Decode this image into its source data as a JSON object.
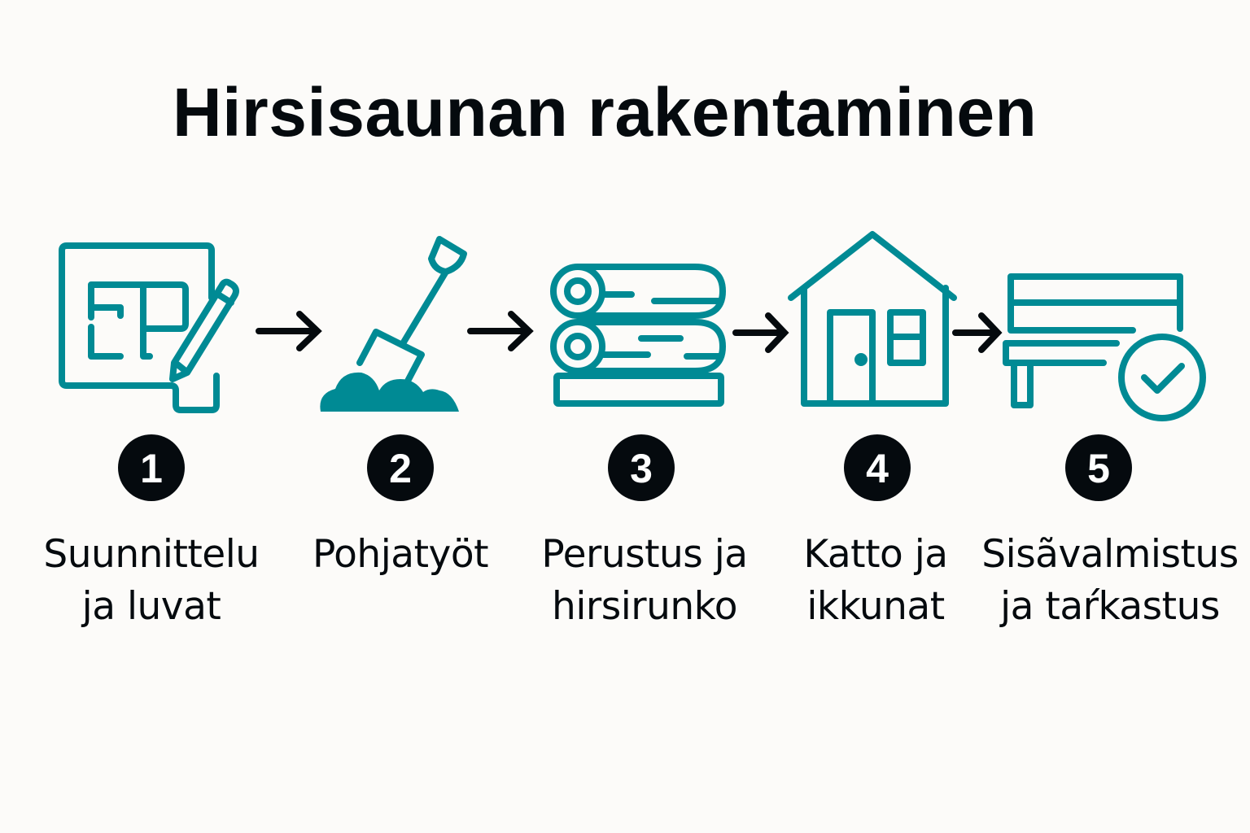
{
  "title": "Hirsisaunan rakentaminen",
  "colors": {
    "accent": "#008a94",
    "text": "#050a0e",
    "badge_bg": "#050a0e",
    "badge_text": "#ffffff",
    "background": "#fcfbf9"
  },
  "steps": [
    {
      "number": "1",
      "icon": "blueprint-pencil-icon",
      "line1": "Suunnittelu",
      "line2": "ja luvat"
    },
    {
      "number": "2",
      "icon": "shovel-icon",
      "line1": "Pohjatyöt",
      "line2": ""
    },
    {
      "number": "3",
      "icon": "log-stack-icon",
      "line1": "Perustus ja",
      "line2": "hirsirunko"
    },
    {
      "number": "4",
      "icon": "house-icon",
      "line1": "Katto ja",
      "line2": "ikkunat"
    },
    {
      "number": "5",
      "icon": "bench-check-icon",
      "line1": "Sisãvalmistus",
      "line2": "ja taŕkastus"
    }
  ],
  "arrows": [
    "arrow-right-icon",
    "arrow-right-icon",
    "arrow-right-icon",
    "arrow-right-icon"
  ]
}
